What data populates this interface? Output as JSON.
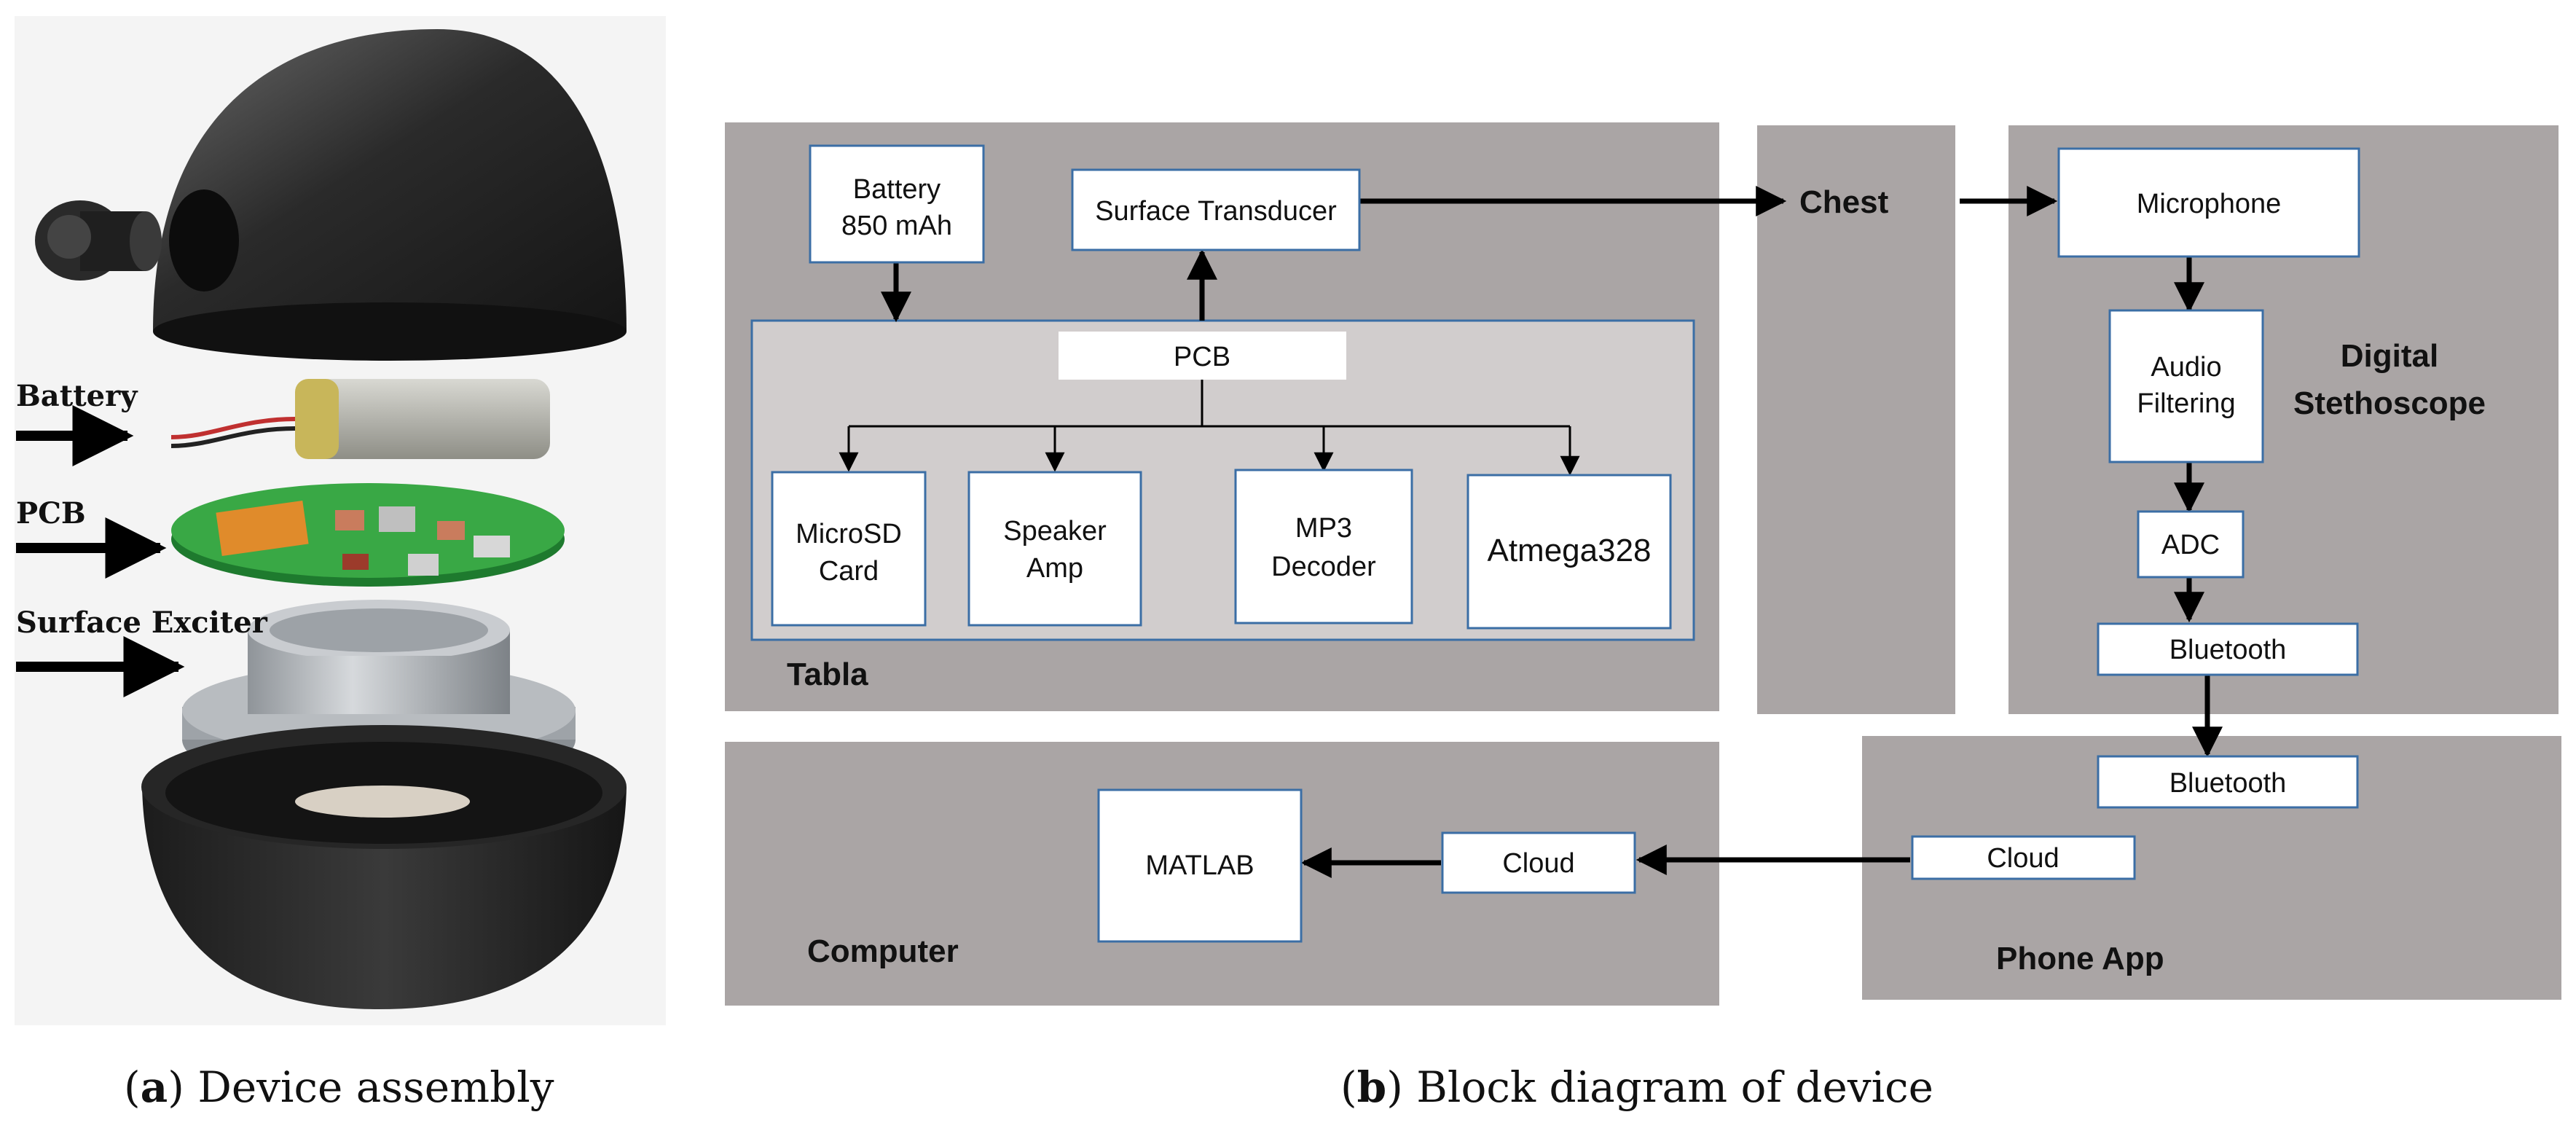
{
  "assembly": {
    "labels": {
      "battery": "Battery",
      "pcb": "PCB",
      "exciter": "Surface Exciter"
    }
  },
  "diagram": {
    "sections": {
      "tabla": "Tabla",
      "chest": "Chest",
      "digital_1": "Digital",
      "digital_2": "Stethoscope",
      "computer": "Computer",
      "phone": "Phone App"
    },
    "boxes": {
      "battery_1": "Battery",
      "battery_2": "850 mAh",
      "transducer": "Surface Transducer",
      "pcb": "PCB",
      "microsd_1": "MicroSD",
      "microsd_2": "Card",
      "speaker_1": "Speaker",
      "speaker_2": "Amp",
      "mp3_1": "MP3",
      "mp3_2": "Decoder",
      "atmega": "Atmega328",
      "microphone": "Microphone",
      "audio_1": "Audio",
      "audio_2": "Filtering",
      "adc": "ADC",
      "bluetooth_steth": "Bluetooth",
      "bluetooth_phone": "Bluetooth",
      "cloud_phone": "Cloud",
      "cloud_computer": "Cloud",
      "matlab": "MATLAB"
    }
  },
  "captions": {
    "a_letter": "a",
    "a_text": "Device assembly",
    "b_letter": "b",
    "b_text": "Block diagram of device"
  },
  "colors": {
    "panel": "#aaa5a5",
    "inner": "#d1cdcd",
    "box_border": "#3b6ea5"
  }
}
